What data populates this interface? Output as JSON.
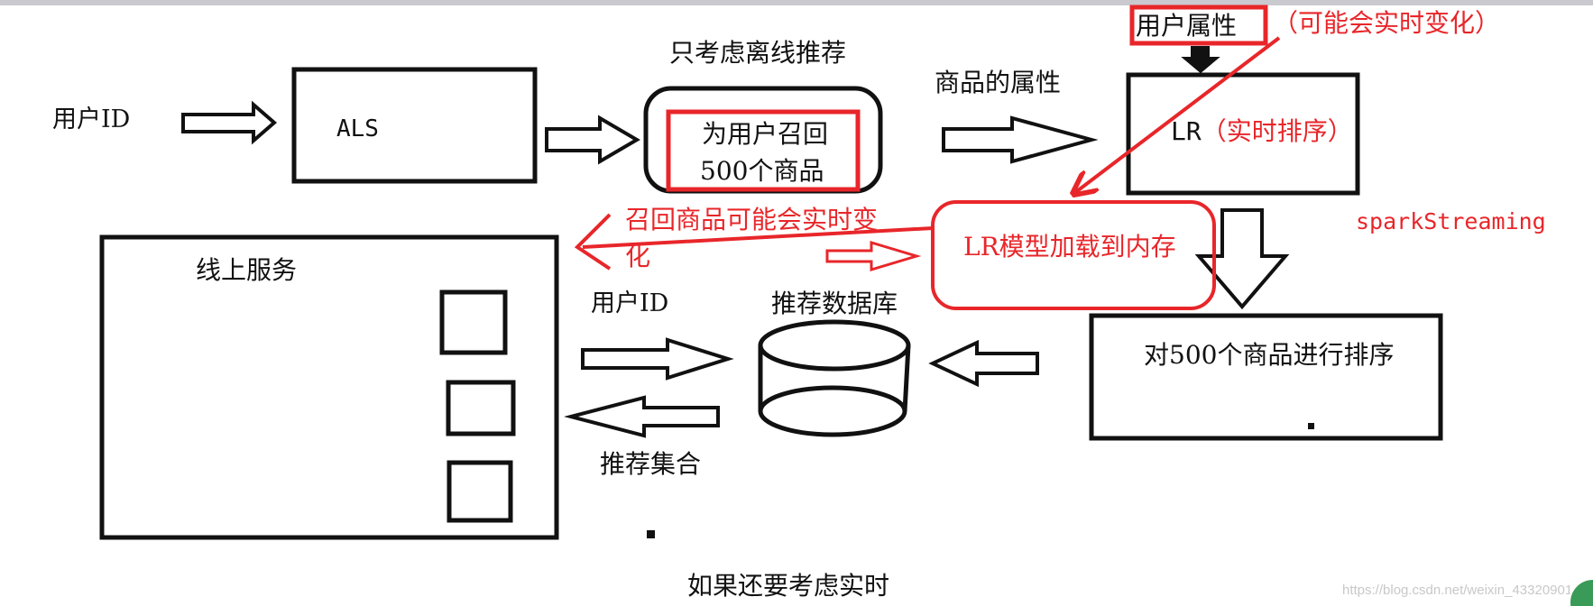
{
  "nodes": {
    "user_id_in": "用户ID",
    "als": "ALS",
    "offline_note": "只考虑离线推荐",
    "recall_line1": "为用户召回",
    "recall_line2": "500个商品",
    "item_attrs": "商品的属性",
    "user_attrs": "用户属性",
    "realtime_change": "（可能会实时变化）",
    "lr_prefix": "LR",
    "lr_suffix": "（实时排序）",
    "spark": "sparkStreaming",
    "recall_change_line1": "召回商品可能会实时变",
    "recall_change_line2": "化",
    "lr_load": "LR模型加载到内存",
    "online_service": "线上服务",
    "user_id_mid": "用户ID",
    "rec_db": "推荐数据库",
    "rank_500": "对500个商品进行排序",
    "rec_set": "推荐集合",
    "realtime_q": "如果还要考虑实时"
  },
  "watermark": "https://blog.csdn.net/weixin_43320901",
  "colors": {
    "ink": "#111111",
    "red": "#e8262a",
    "bar": "#c9c9cf"
  }
}
